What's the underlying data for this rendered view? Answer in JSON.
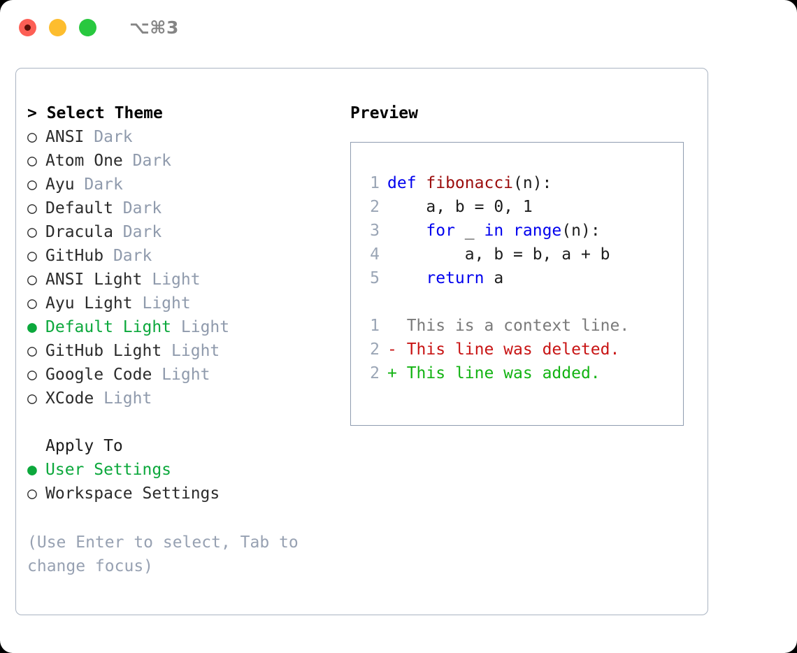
{
  "window": {
    "title": "⌥⌘3",
    "lights": [
      "close-red",
      "minimize-yellow",
      "maximize-green"
    ]
  },
  "left": {
    "header_prefix": "> ",
    "header": "Select Theme",
    "bullet_unselected": "○",
    "bullet_selected": "●",
    "themes": [
      {
        "bullet": "○",
        "name": "ANSI",
        "tag": "Dark",
        "selected": false
      },
      {
        "bullet": "○",
        "name": "Atom One",
        "tag": "Dark",
        "selected": false
      },
      {
        "bullet": "○",
        "name": "Ayu",
        "tag": "Dark",
        "selected": false
      },
      {
        "bullet": "○",
        "name": "Default",
        "tag": "Dark",
        "selected": false
      },
      {
        "bullet": "○",
        "name": "Dracula",
        "tag": "Dark",
        "selected": false
      },
      {
        "bullet": "○",
        "name": "GitHub",
        "tag": "Dark",
        "selected": false
      },
      {
        "bullet": "○",
        "name": "ANSI Light",
        "tag": "Light",
        "selected": false
      },
      {
        "bullet": "○",
        "name": "Ayu Light",
        "tag": "Light",
        "selected": false
      },
      {
        "bullet": "●",
        "name": "Default Light",
        "tag": "Light",
        "selected": true
      },
      {
        "bullet": "○",
        "name": "GitHub Light",
        "tag": "Light",
        "selected": false
      },
      {
        "bullet": "○",
        "name": "Google Code",
        "tag": "Light",
        "selected": false
      },
      {
        "bullet": "○",
        "name": "XCode",
        "tag": "Light",
        "selected": false
      }
    ],
    "apply_to_header": "Apply To",
    "apply_options": [
      {
        "bullet": "●",
        "name": "User Settings",
        "selected": true
      },
      {
        "bullet": "○",
        "name": "Workspace Settings",
        "selected": false
      }
    ],
    "hint": "(Use Enter to select, Tab to change focus)"
  },
  "right": {
    "preview_header": "Preview",
    "code_lines": [
      {
        "no": "1",
        "tokens": [
          {
            "t": "def ",
            "c": "kw"
          },
          {
            "t": "fibonacci",
            "c": "fn"
          },
          {
            "t": "(n):",
            "c": "pln"
          }
        ]
      },
      {
        "no": "2",
        "tokens": [
          {
            "t": "    a, b = 0, 1",
            "c": "pln"
          }
        ]
      },
      {
        "no": "3",
        "tokens": [
          {
            "t": "    ",
            "c": "pln"
          },
          {
            "t": "for",
            "c": "kw"
          },
          {
            "t": " _ ",
            "c": "pln"
          },
          {
            "t": "in",
            "c": "kw"
          },
          {
            "t": " ",
            "c": "pln"
          },
          {
            "t": "range",
            "c": "kw"
          },
          {
            "t": "(n):",
            "c": "pln"
          }
        ]
      },
      {
        "no": "4",
        "tokens": [
          {
            "t": "        a, b = b, a + b",
            "c": "pln"
          }
        ]
      },
      {
        "no": "5",
        "tokens": [
          {
            "t": "    ",
            "c": "pln"
          },
          {
            "t": "return",
            "c": "kw"
          },
          {
            "t": " a",
            "c": "pln"
          }
        ]
      }
    ],
    "diff_lines": [
      {
        "no": "1",
        "marker": " ",
        "text": " This is a context line.",
        "kind": "context"
      },
      {
        "no": "2",
        "marker": "-",
        "text": " This line was deleted.",
        "kind": "deleted"
      },
      {
        "no": "2",
        "marker": "+",
        "text": " This line was added.",
        "kind": "added"
      }
    ]
  },
  "colors": {
    "accent_green": "#0ca83c",
    "tag_gray": "#8f9aac",
    "hint_gray": "#97a1b2",
    "keyword_blue": "#0000ee",
    "function_red": "#9b0d0d",
    "diff_delete_red": "#c81414",
    "diff_add_green": "#12b312",
    "border_blue_gray": "#8f9cb0",
    "panel_border": "#aab4c2"
  }
}
